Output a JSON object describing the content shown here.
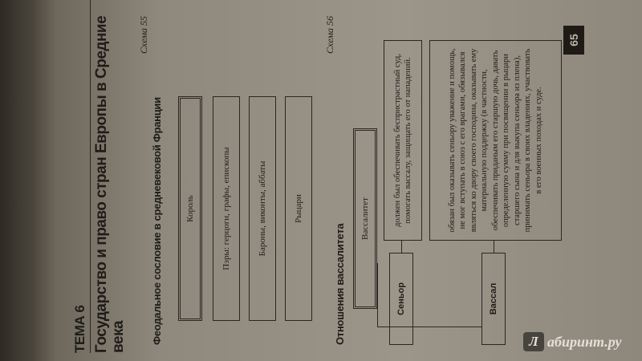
{
  "header": {
    "topic": "ТЕМА 6",
    "title": "Государство и право стран Европы в Средние века"
  },
  "page_number": "65",
  "scheme55": {
    "label": "Схема 55",
    "title": "Феодальное сословие в средневековой Франции",
    "levels": [
      "Король",
      "Пэры: герцоги, графы, епископы",
      "Бароны, виконты, аббаты",
      "Рыцари"
    ]
  },
  "scheme56": {
    "label": "Схема 56",
    "title": "Отношения вассалитета",
    "center": "Вассалитет",
    "senior": "Сеньор",
    "vassal": "Вассал",
    "senior_duty": "должен был обеспечивать беспристрастный суд, помогать вассалу, защищать его от нападений.",
    "vassal_duty": "обязан был оказывать сеньору уважение и помощь, не мог вступать в союз с его врагами, обязывался являться ко двору своего господина, оказывать ему материальную поддержку (в частности, обеспечивать приданым его старшую дочь, давать определенную сумму при посвящении в рыцари старшего сына и для выкупа сеньора из плена), принимать сеньора в своих владениях, участвовать в его военных походах и суде."
  },
  "watermark": {
    "logo_letter": "Л",
    "text": "абиринт.ру"
  }
}
